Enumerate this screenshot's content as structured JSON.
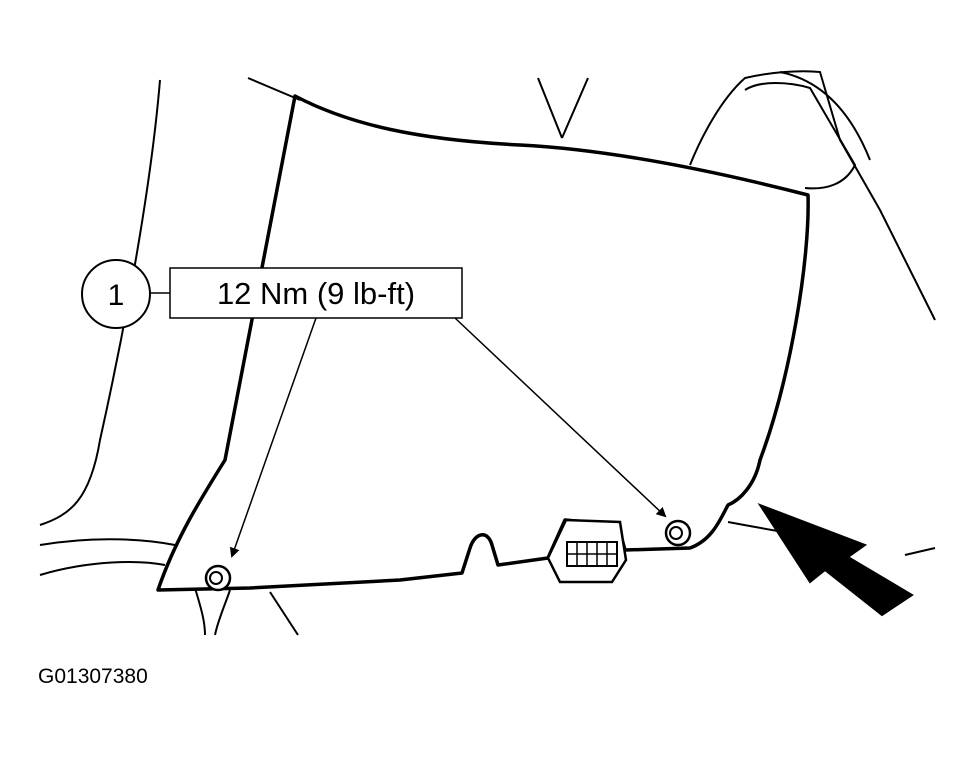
{
  "callout": {
    "number": "1",
    "label": "12 Nm (9 lb-ft)"
  },
  "figure": {
    "id": "G01307380"
  },
  "colors": {
    "ink": "#000000",
    "paper": "#ffffff"
  }
}
